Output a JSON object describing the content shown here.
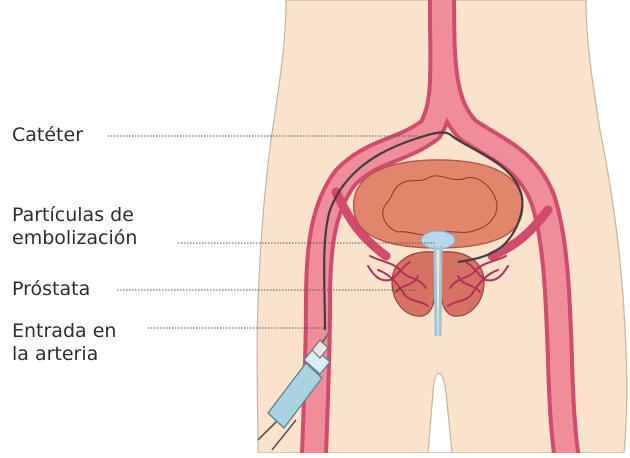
{
  "labels": {
    "cateter": "Catéter",
    "particulas": [
      "Partículas de",
      "embolización"
    ],
    "prostata": "Próstata",
    "entrada": [
      "Entrada en",
      "la arteria"
    ]
  },
  "colors": {
    "skin": "#fbe3cb",
    "skin_outline": "#c9b3a0",
    "artery_outer": "#d24a6c",
    "artery_inner": "#ef8d99",
    "bladder": "#e2866b",
    "prostate": "#d67262",
    "vessel_dark": "#b33058",
    "catheter": "#3e3e3e",
    "syringe": "#a8d3e3",
    "leader": "#555555"
  },
  "icons": {
    "syringe": "syringe-icon"
  }
}
